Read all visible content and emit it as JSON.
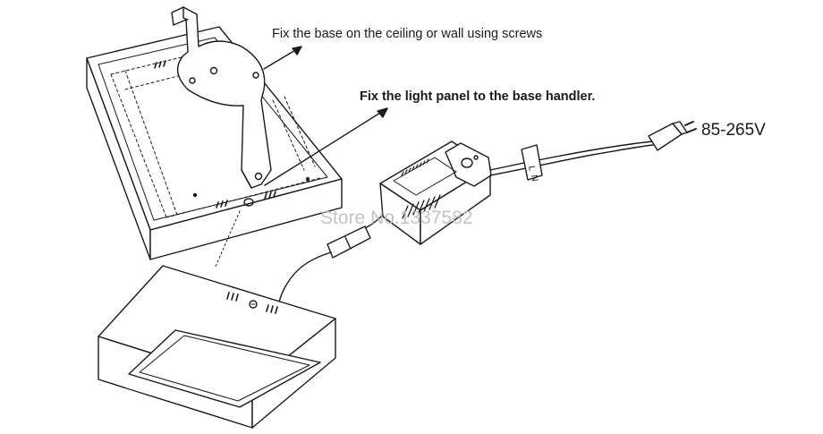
{
  "labels": {
    "step1": "Fix the base on the ceiling or wall using screws",
    "step2": "Fix the light panel to the base handler.",
    "voltage": "85-265V"
  },
  "watermark": "Store No.1337582",
  "colors": {
    "line": "#1a1a1a",
    "watermark": "#c8c8c8",
    "background": "#ffffff"
  }
}
